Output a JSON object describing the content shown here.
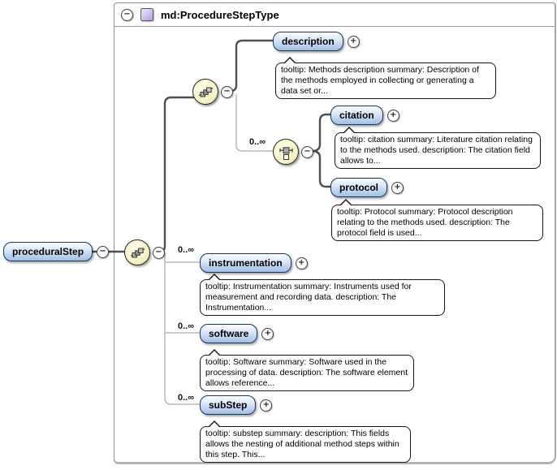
{
  "diagram": {
    "type_title": "md:ProcedureStepType",
    "occurrence": "0..∞",
    "toggles": {
      "collapse": "−",
      "expand": "+"
    },
    "source": {
      "label": "proceduralStep"
    },
    "nodes": {
      "description": {
        "label": "description",
        "tooltip": "tooltip: Methods description summary: Description of the methods employed in collecting or generating a data set or..."
      },
      "citation": {
        "label": "citation",
        "tooltip": "tooltip: citation summary: Literature citation relating to the methods used. description: The citation field allows to..."
      },
      "protocol": {
        "label": "protocol",
        "tooltip": "tooltip: Protocol summary: Protocol description relating to the methods used. description: The protocol field is used..."
      },
      "instrumentation": {
        "label": "instrumentation",
        "tooltip": "tooltip: Instrumentation summary: Instruments used for measurement and recording data. description: The Instrumentation..."
      },
      "software": {
        "label": "software",
        "tooltip": "tooltip: Software summary: Software used in the processing of data. description: The software element allows reference..."
      },
      "subStep": {
        "label": "subStep",
        "tooltip": "tooltip: substep summary: description: This fields allows the nesting of additional method steps within this step. This..."
      }
    },
    "icons": {
      "sequence_compositor": "sequence-icon",
      "choice_compositor": "choice-icon"
    },
    "colors": {
      "element_border": "#16355f",
      "element_fill": "#bcd1ee",
      "compositor_fill": "#f6f3c6",
      "type_icon_fill": "#c3b2e6",
      "connector_strong": "#4f4f4f",
      "connector_weak": "#b8b8b8"
    }
  }
}
